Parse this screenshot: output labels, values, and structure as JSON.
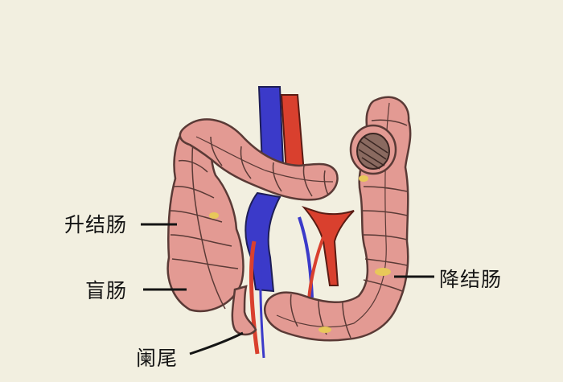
{
  "labels": {
    "ascending_colon": "升结肠",
    "cecum": "盲肠",
    "appendix": "阑尾",
    "descending_colon": "降结肠"
  },
  "colors": {
    "background": "#f2efe0",
    "intestine": "#e39a93",
    "intestine_outline": "#5a3a36",
    "vein": "#3b3ac9",
    "artery": "#d9402e",
    "fat": "#e8c85a"
  }
}
